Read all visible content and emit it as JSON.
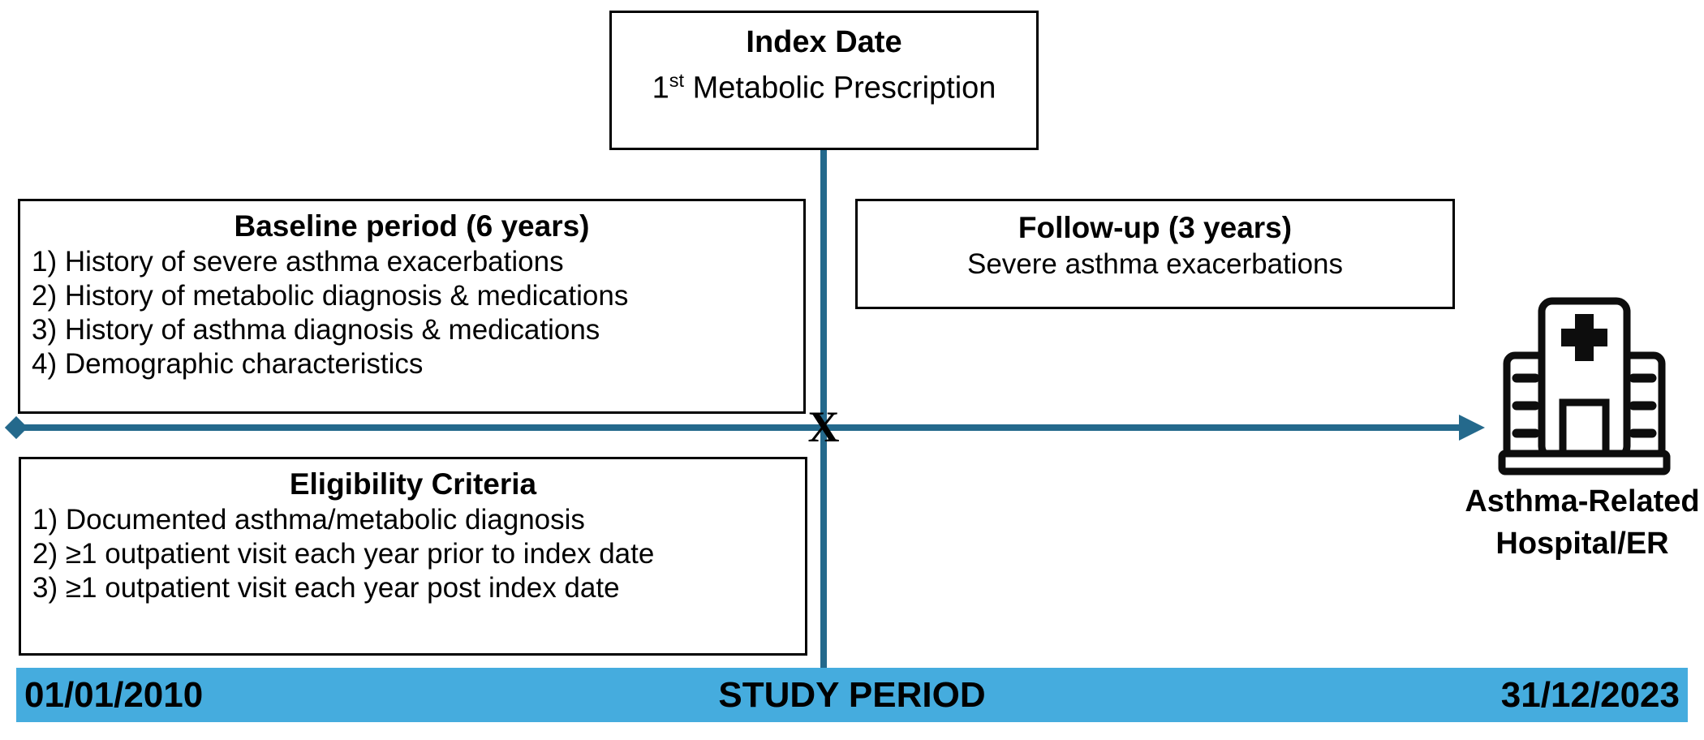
{
  "colors": {
    "timeline_blue": "#24698C",
    "bar_blue": "#45ACDE",
    "box_border": "#000000",
    "text_black": "#000000"
  },
  "index_box": {
    "title": "Index Date",
    "subtitle_start": "1",
    "subtitle_sup": "st",
    "subtitle_rest": " Metabolic Prescription"
  },
  "baseline_box": {
    "title": "Baseline period (6 years)",
    "items": [
      "1) History of severe asthma exacerbations",
      "2) History of metabolic diagnosis & medications",
      "3) History of asthma diagnosis & medications",
      "4) Demographic characteristics"
    ]
  },
  "followup_box": {
    "title": "Follow-up (3 years)",
    "subtitle": "Severe asthma exacerbations"
  },
  "eligibility_box": {
    "title": "Eligibility Criteria",
    "items": [
      "1) Documented asthma/metabolic diagnosis",
      "2) ≥1 outpatient visit each year prior to index date",
      "3) ≥1 outpatient visit each year post index date"
    ]
  },
  "timeline": {
    "crossing_label": "X",
    "start_marker": "diamond",
    "end_marker": "arrow-right"
  },
  "hospital": {
    "icon": "hospital-building-icon",
    "caption_line1": "Asthma-Related",
    "caption_line2": "Hospital/ER"
  },
  "study_period_bar": {
    "start_date": "01/01/2010",
    "label": "STUDY PERIOD",
    "end_date": "31/12/2023"
  }
}
